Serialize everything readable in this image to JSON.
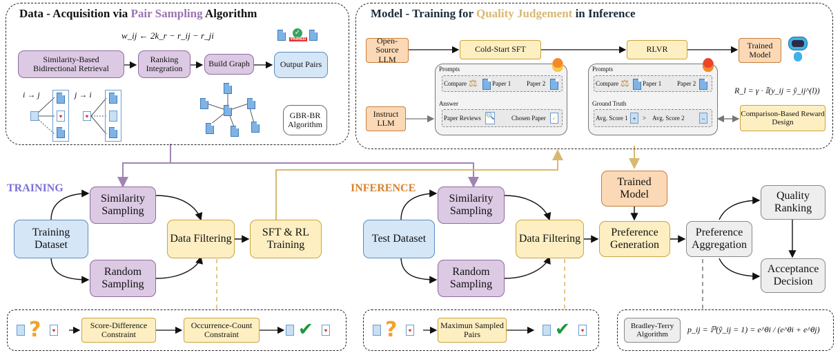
{
  "top_left": {
    "title_part1": "Data - Acquisition via ",
    "title_highlight": "Pair Sampling",
    "title_part2": " Algorithm",
    "formula": "w_ij ← 2k_r − r_ij − r_ji",
    "box_retrieval": "Similarity-Based Bidirectional Retrieval",
    "box_ranking": "Ranking Integration",
    "box_graph": "Build Graph",
    "box_output": "Output Pairs",
    "badge_paired": "PAIRED",
    "dir1": "i → j",
    "dir2": "j → i",
    "box_algo": "GBR-BR Algorithm"
  },
  "top_right": {
    "title_part1": "Model - Training for ",
    "title_highlight": "Quality Judgement",
    "title_part2": " in Inference",
    "box_open_source": "Open-Source LLM",
    "box_cold_start": "Cold-Start SFT",
    "box_rlvr": "RLVR",
    "box_trained": "Trained Model",
    "box_instruct": "Instruct LLM",
    "prompts_label": "Prompts",
    "compare": "Compare",
    "paper1": "Paper 1",
    "paper2": "Paper 2",
    "answer_label": "Answer",
    "paper_reviews": "Paper Reviews",
    "chosen_paper": "Chosen Paper",
    "ground_truth_label": "Ground Truth",
    "avg1": "Avg. Score 1",
    "gt_sign": ">",
    "avg2": "Avg. Score 2",
    "reward_formula": "R_l = γ · 𝕀(y_ij = ŷ_ij^(l))",
    "box_reward": "Comparison-Based Reward Design"
  },
  "training": {
    "label": "TRAINING",
    "dataset": "Training Dataset",
    "similarity": "Similarity Sampling",
    "random": "Random Sampling",
    "filtering": "Data Filtering",
    "sft_rl": "SFT & RL Training"
  },
  "inference": {
    "label": "INFERENCE",
    "dataset": "Test Dataset",
    "similarity": "Similarity Sampling",
    "random": "Random Sampling",
    "filtering": "Data Filtering",
    "trained_model": "Trained Model",
    "preference_gen": "Preference Generation",
    "preference_agg": "Preference Aggregation",
    "quality_ranking": "Quality Ranking",
    "acceptance": "Acceptance Decision"
  },
  "bottom": {
    "score_diff": "Score-Difference Constraint",
    "occurrence": "Occurrence-Count Constraint",
    "max_pairs": "Maximun Sampled Pairs",
    "bt_algo": "Bradley-Terry Algorithm",
    "bt_formula": "p_ij = ℙ(ŷ_ij = 1) = e^θi / (e^θi + e^θj)"
  },
  "colors": {
    "purple": "#8e6aa0",
    "gold": "#d9b870",
    "training_label": "#7b6fd6",
    "inference_label": "#d9822b"
  }
}
